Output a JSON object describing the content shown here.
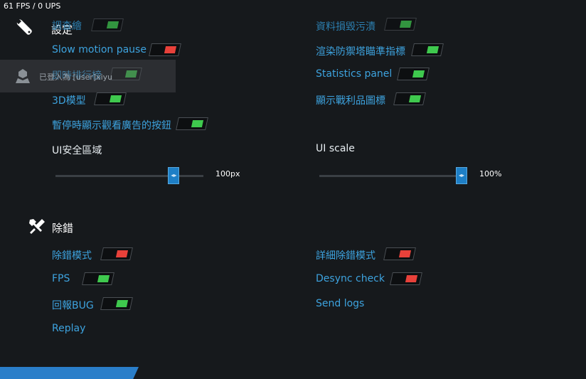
{
  "hud": {
    "fps": "61 FPS / 0 UPS"
  },
  "settings": {
    "title": "設定",
    "overlay_text": "已登入為 [user]xiyu",
    "left": [
      {
        "label": "調查繪",
        "state": "on"
      },
      {
        "label": "Slow motion pause",
        "state": "off"
      },
      {
        "label": "即時排行榜",
        "state": "on"
      },
      {
        "label": "3D模型",
        "state": "on"
      },
      {
        "label": "暫停時顯示觀看廣告的按鈕",
        "state": "on"
      }
    ],
    "right": [
      {
        "label": "資料損毀污漬",
        "state": "on"
      },
      {
        "label": "渲染防禦塔瞄準指標",
        "state": "on"
      },
      {
        "label": "Statistics panel",
        "state": "on"
      },
      {
        "label": "顯示戰利品圖標",
        "state": "on"
      }
    ],
    "ui_safe_area": {
      "label": "UI安全區域",
      "value_text": "100px",
      "fraction": 0.8
    },
    "ui_scale": {
      "label": "UI scale",
      "value_text": "100%",
      "fraction": 1.0
    }
  },
  "debug": {
    "title": "除錯",
    "left": [
      {
        "label": "除錯模式",
        "state": "off"
      },
      {
        "label": "FPS",
        "state": "on"
      },
      {
        "label": "回報BUG",
        "state": "on"
      },
      {
        "label": "Replay",
        "state": null
      }
    ],
    "right": [
      {
        "label": "詳細除錯模式",
        "state": "off"
      },
      {
        "label": "Desync check",
        "state": "off"
      },
      {
        "label": "Send logs",
        "state": null
      }
    ]
  }
}
